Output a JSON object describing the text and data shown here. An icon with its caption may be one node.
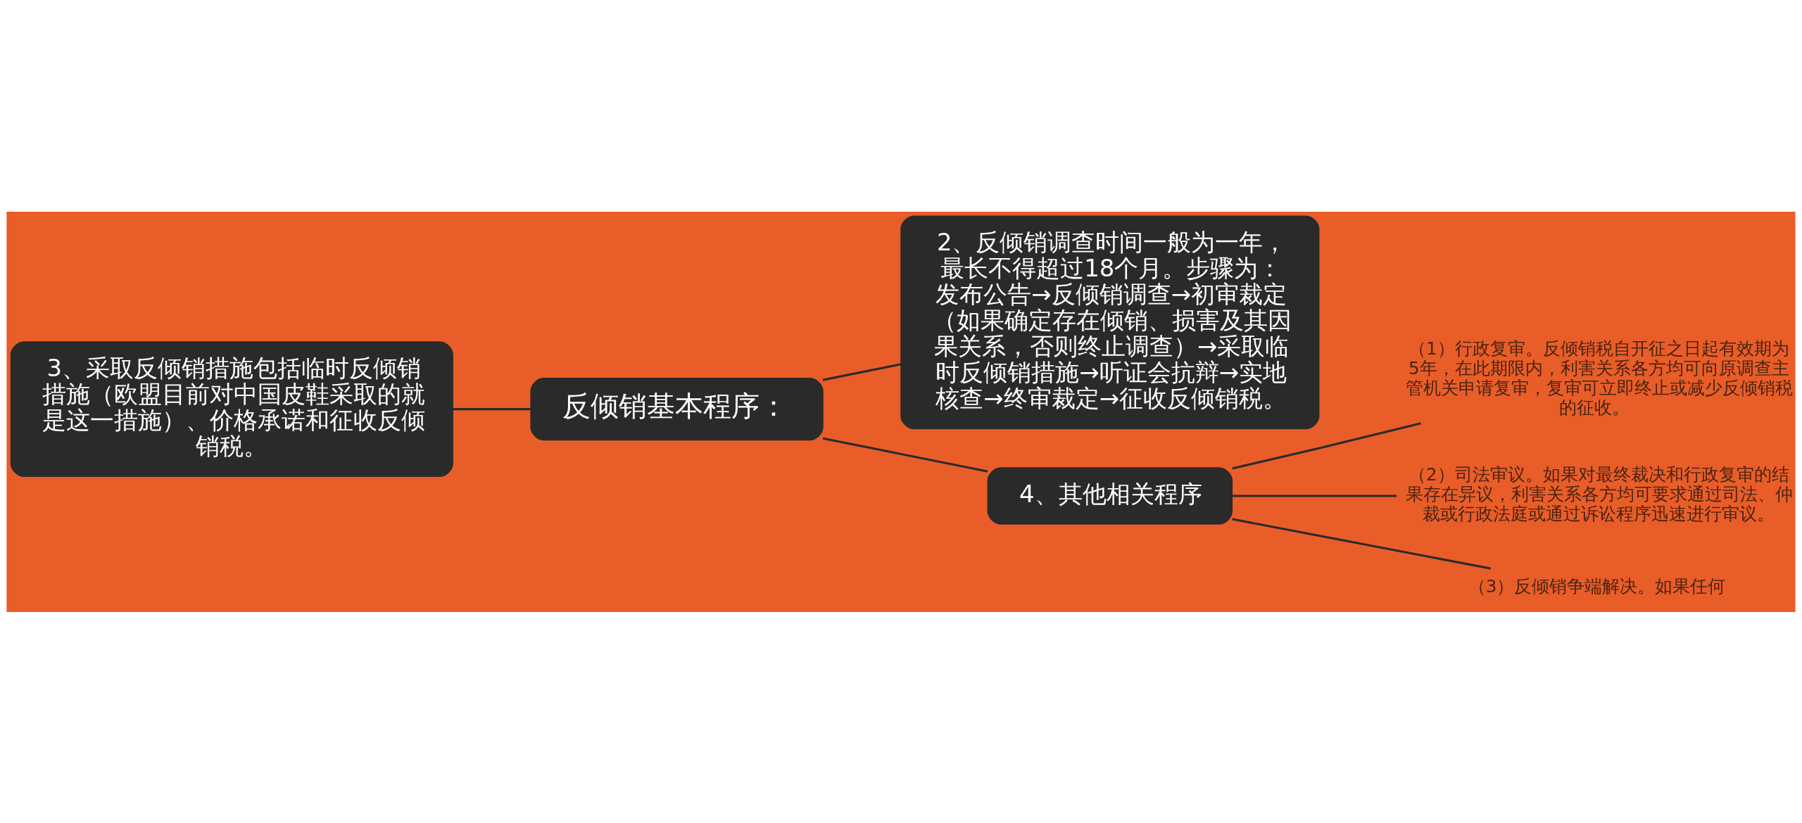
{
  "diagram": {
    "nodes": [
      {
        "text": [
          "反倾销基本程序："
        ]
      },
      {
        "text": [
          "2、反倾销调查时间一般为一年，最长不得超过18个月。步骤为：发布公告→反倾销调查→初审裁定（如果确定存在倾销、损害及其因果关系，否则终止调查）→采取临时反倾销措施→听证会抗辩→实地核查→终审裁定→征收反倾销税。"
        ]
      },
      {
        "text": [
          "3、采取反倾销措施包括临时反倾销措施（欧盟目前对中国皮鞋采取的就是这一措施）、价格承诺和征收反倾销税。"
        ]
      },
      {
        "text": [
          "4、其他相关程序"
        ]
      },
      {
        "text": [
          "（1）行政复审。反倾销税自开征之日起有效期为5年，在此期限内，利害关系各方均可向原调查主管机关申请复审，复审可立即终止或减少反倾销税的征收。"
        ]
      },
      {
        "text": [
          "（2）司法审议。如果对最终裁决和行政复审的结果存在异议，利害关系各方均可要求通过司法、仲裁或行政法庭或通过诉讼程序迅速进行审议。"
        ]
      },
      {
        "text": [
          "（3）反倾销争端解决。如果任何"
        ]
      }
    ],
    "edges": [
      {
        "from": 0,
        "to": 1,
        "arrow": "none"
      },
      {
        "from": 0,
        "to": 2,
        "arrow": "none"
      },
      {
        "from": 0,
        "to": 3,
        "arrow": "none"
      },
      {
        "from": 3,
        "to": 4,
        "arrow": "none"
      },
      {
        "from": 3,
        "to": 5,
        "arrow": "none"
      },
      {
        "from": 3,
        "to": 6,
        "arrow": "none"
      }
    ]
  }
}
